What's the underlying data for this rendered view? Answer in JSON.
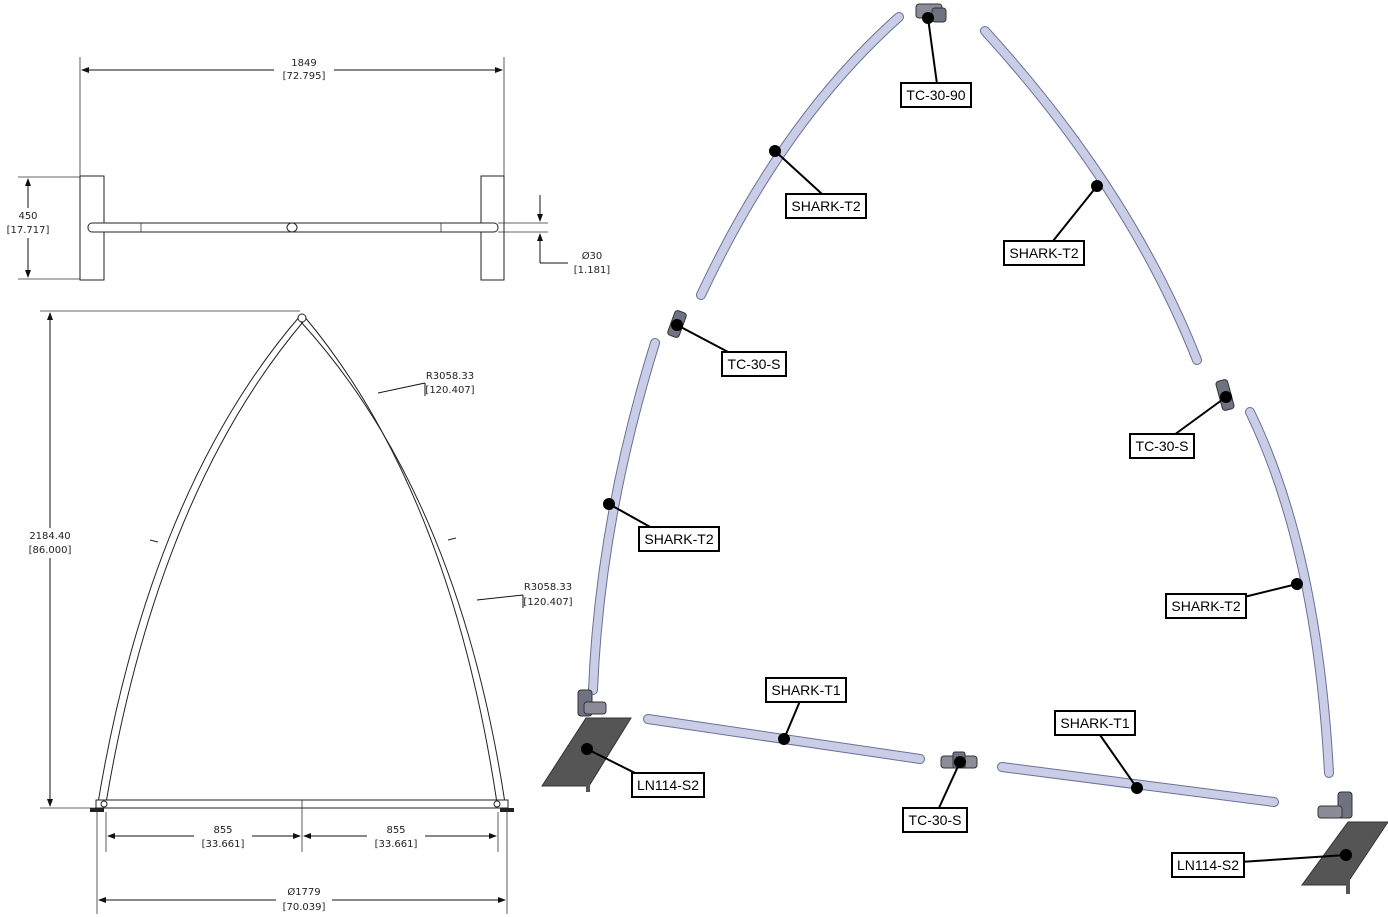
{
  "drawing": {
    "dimensions": {
      "top_width": {
        "mm": "1849",
        "in": "[72.795]"
      },
      "top_height": {
        "mm": "450",
        "in": "[17.717]"
      },
      "tube_dia": {
        "mm": "Ø30",
        "in": "[1.181]"
      },
      "height": {
        "mm": "2184.40",
        "in": "[86.000]"
      },
      "radius_upper": {
        "mm": "R3058.33",
        "in": "[120.407]"
      },
      "radius_lower": {
        "mm": "R3058.33",
        "in": "[120.407]"
      },
      "half_left": {
        "mm": "855",
        "in": "[33.661]"
      },
      "half_right": {
        "mm": "855",
        "in": "[33.661]"
      },
      "base_dia": {
        "mm": "Ø1779",
        "in": "[70.039]"
      }
    }
  },
  "exploded_view": {
    "labels": {
      "tc_top": "TC-30-90",
      "shark_t2_ul": "SHARK-T2",
      "shark_t2_ur": "SHARK-T2",
      "tc_s_left": "TC-30-S",
      "tc_s_right": "TC-30-S",
      "shark_t2_ll": "SHARK-T2",
      "shark_t2_lr": "SHARK-T2",
      "shark_t1_left": "SHARK-T1",
      "shark_t1_right": "SHARK-T1",
      "tc_s_bottom": "TC-30-S",
      "ln_left": "LN114-S2",
      "ln_right": "LN114-S2"
    }
  },
  "colors": {
    "tube_fill": "#c9cde6",
    "tube_stroke": "#6a7099",
    "plate": "#555555",
    "line": "#111111"
  }
}
